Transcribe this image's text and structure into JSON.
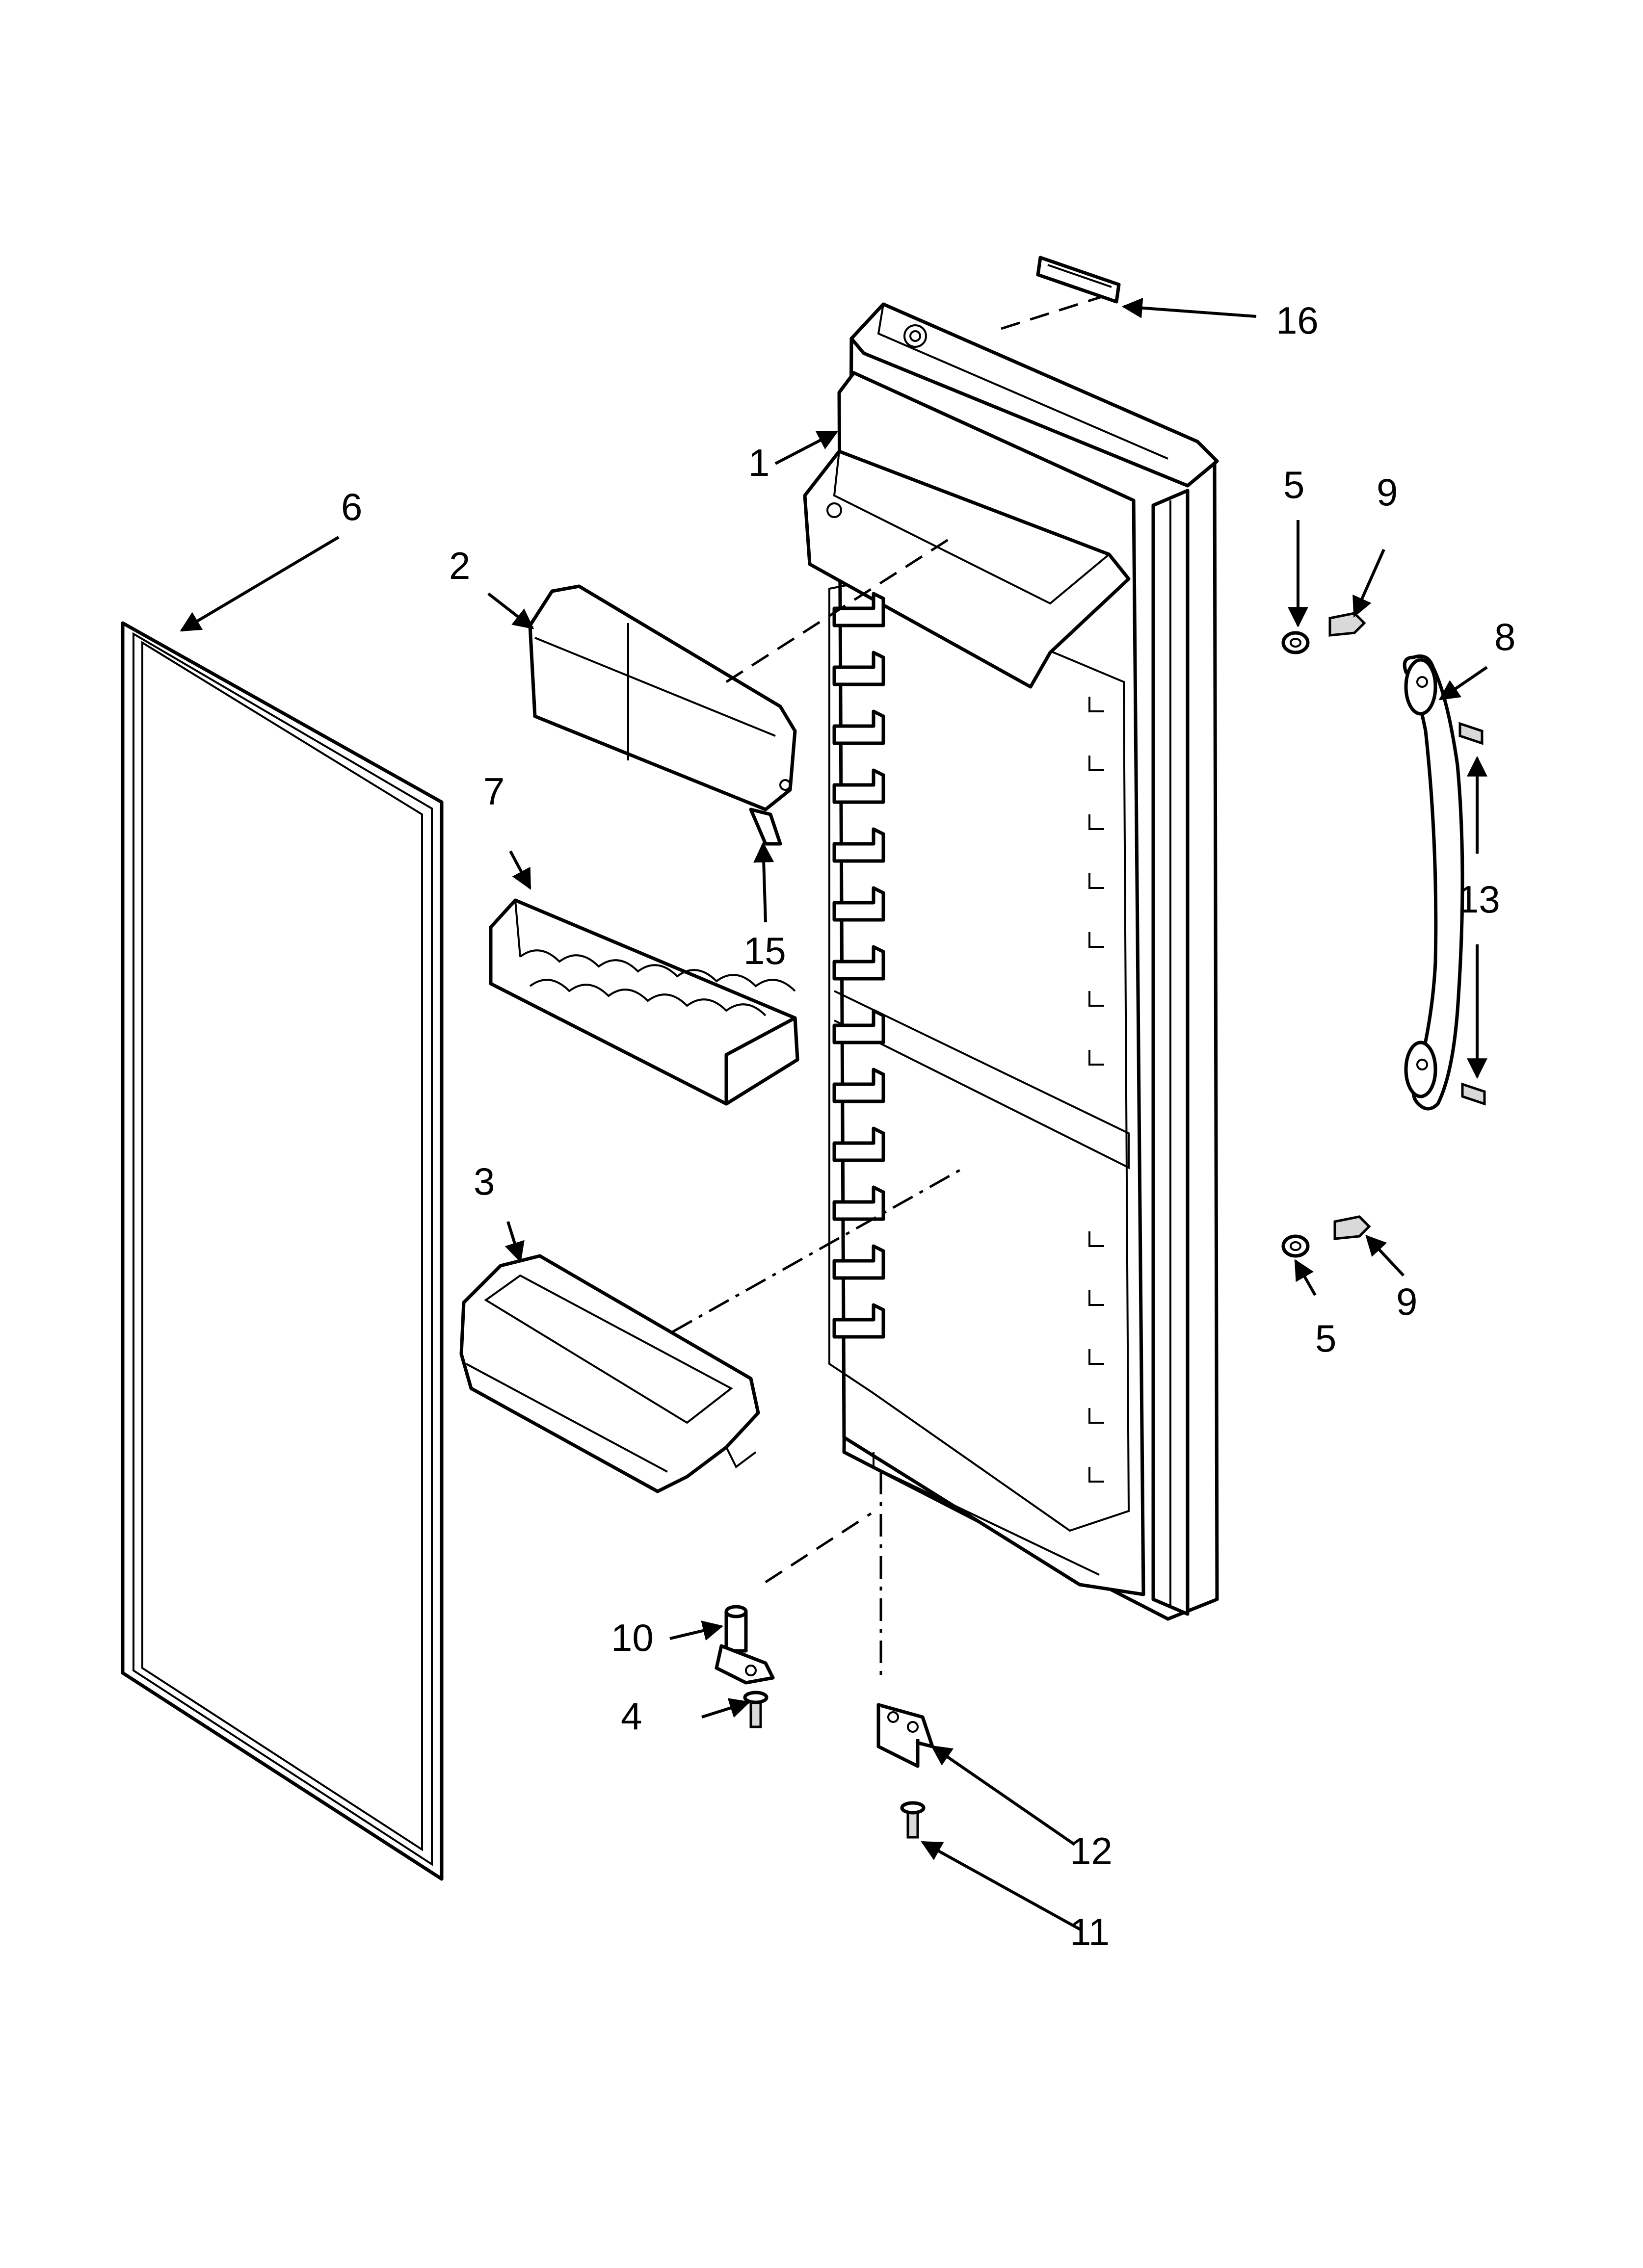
{
  "callouts": {
    "c1": "1",
    "c2": "2",
    "c3": "3",
    "c4": "4",
    "c5a": "5",
    "c5b": "5",
    "c6": "6",
    "c7": "7",
    "c8": "8",
    "c9a": "9",
    "c9b": "9",
    "c10": "10",
    "c11": "11",
    "c12": "12",
    "c13": "13",
    "c15": "15",
    "c16": "16"
  }
}
